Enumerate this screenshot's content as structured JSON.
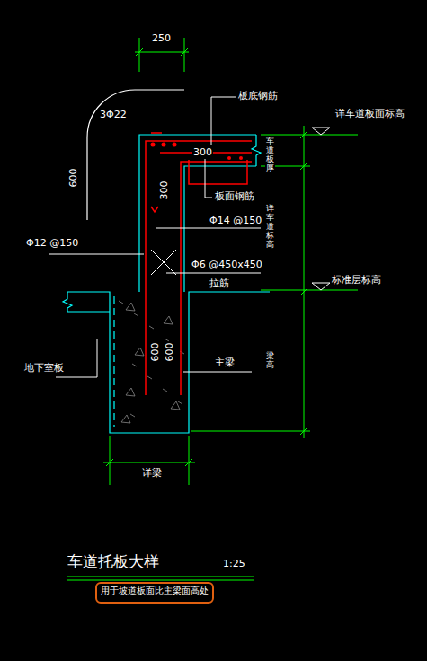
{
  "diagram": {
    "title": "车道托板大样",
    "caption": "用于坡道板面比主梁面高处",
    "labels": [
      "250",
      "3Φ22",
      "600",
      "板底钢筋",
      "详车道板面标高",
      "车道板厚",
      "300",
      "板面钢筋",
      "300",
      "Φ14 @150",
      "详车道标高",
      "Φ12 @150",
      "Φ6 @450x450",
      "拉筋",
      "标准层标高",
      "600",
      "600",
      "主梁",
      "梁高",
      "地下室板",
      "详梁",
      "1:25"
    ]
  }
}
